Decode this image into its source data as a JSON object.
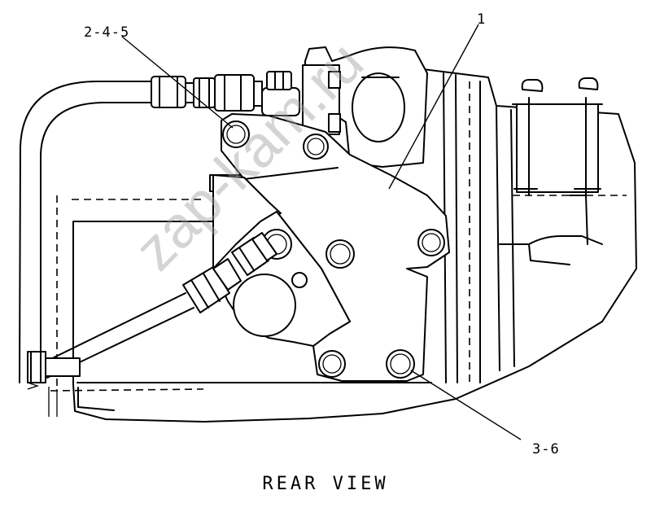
{
  "labels": {
    "callout_1": "1",
    "callout_2_4_5": "2-4-5",
    "callout_3_6": "3-6",
    "caption": "REAR VIEW"
  },
  "watermark": "zap-kam.ru"
}
